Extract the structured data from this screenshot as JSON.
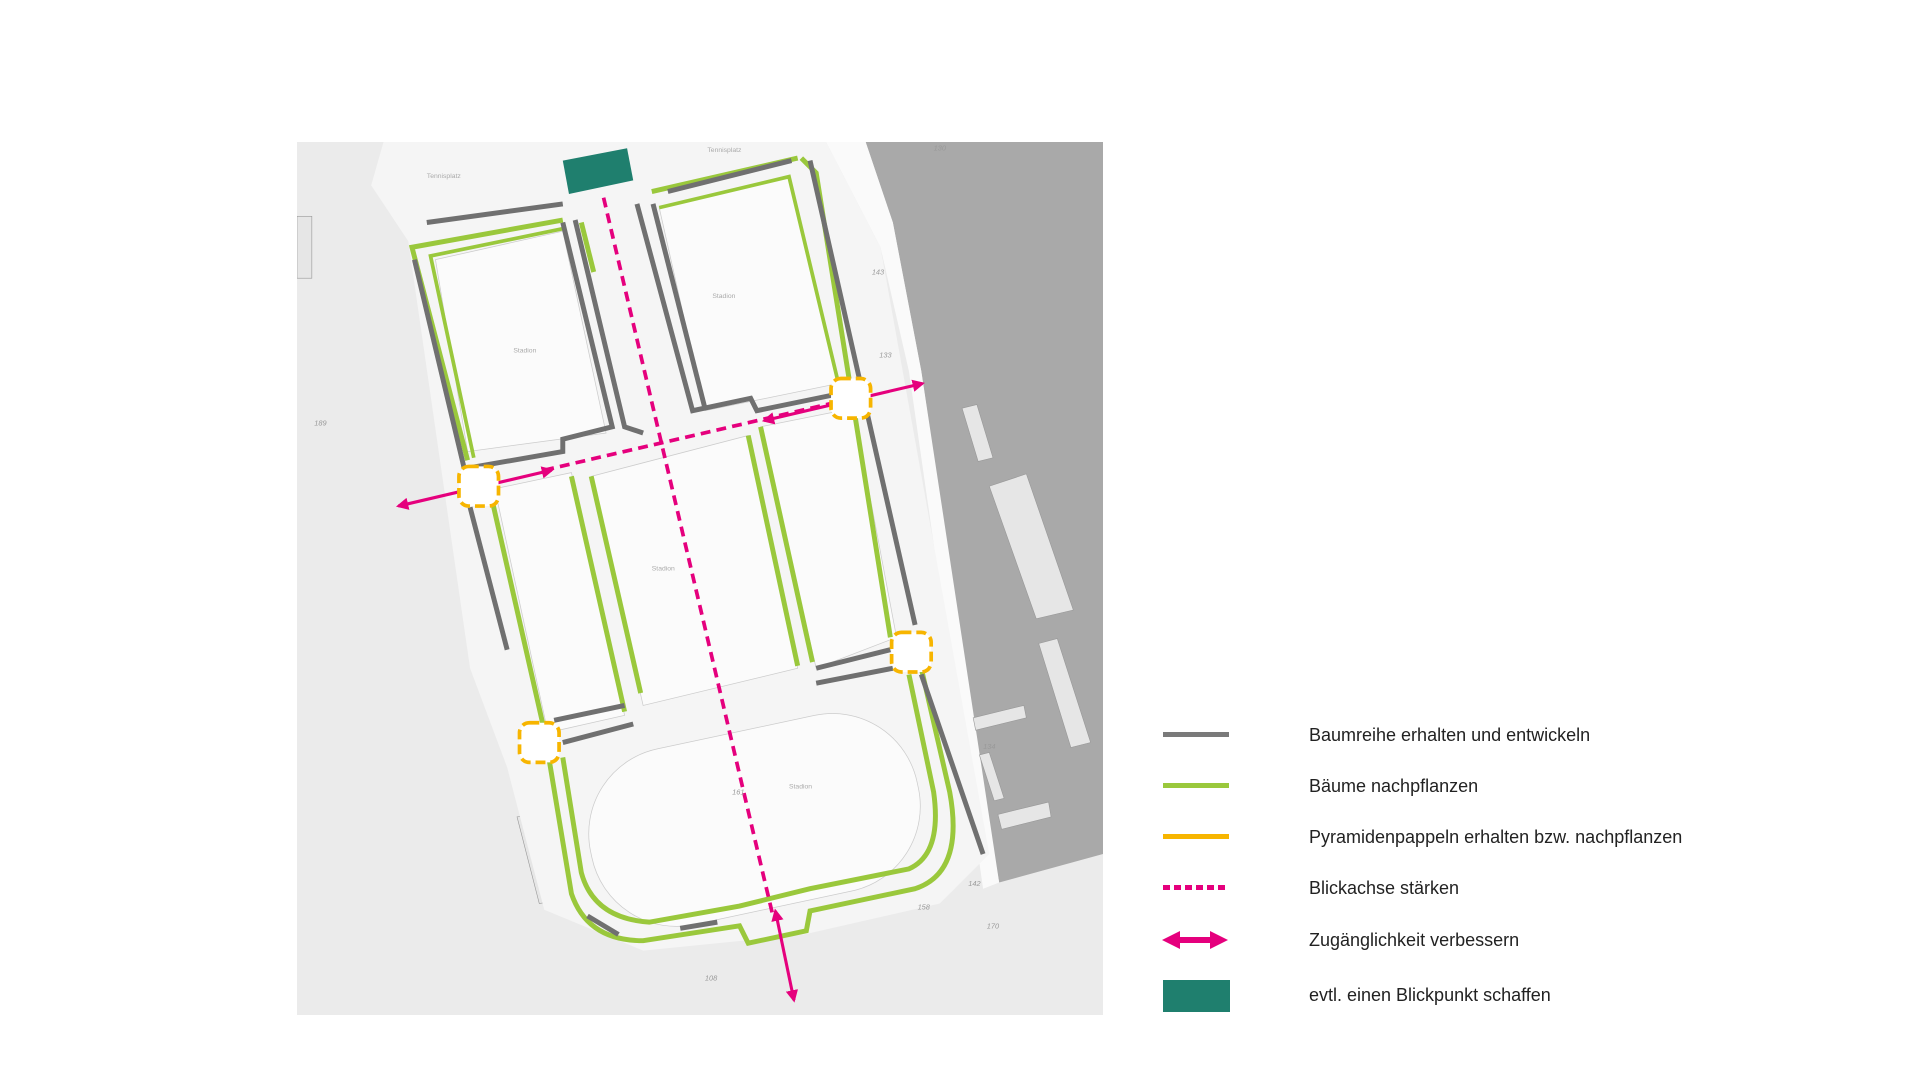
{
  "colors": {
    "tree_row_keep": "#7a7a7a",
    "replant": "#9ac83c",
    "poplars": "#f7b500",
    "view_axis": "#e5007d",
    "access": "#e5007d",
    "focal_point": "#1f7f6e",
    "background": "#ebebeb",
    "dark_area": "#a9a9a9"
  },
  "map": {
    "labels": {
      "tennis_1": "Tennisplatz",
      "tennis_2": "Tennisplatz",
      "stadion_1": "Stadion",
      "stadion_2": "Stadion",
      "stadion_3": "Stadion",
      "stadion_4": "Stadion"
    },
    "numbers": [
      "189",
      "143",
      "133",
      "134",
      "142",
      "158",
      "170",
      "108",
      "130",
      "161"
    ]
  },
  "legend": [
    {
      "icon": "gray-line",
      "label": "Baumreihe erhalten und entwickeln"
    },
    {
      "icon": "green-line",
      "label": "Bäume nachpflanzen"
    },
    {
      "icon": "yellow-line",
      "label": "Pyramidenpappeln erhalten bzw. nachpflanzen"
    },
    {
      "icon": "magenta-dashed-line",
      "label": "Blickachse stärken"
    },
    {
      "icon": "double-arrow",
      "label": "Zugänglichkeit verbessern"
    },
    {
      "icon": "teal-rectangle",
      "label": "evtl. einen Blickpunkt schaffen"
    }
  ]
}
